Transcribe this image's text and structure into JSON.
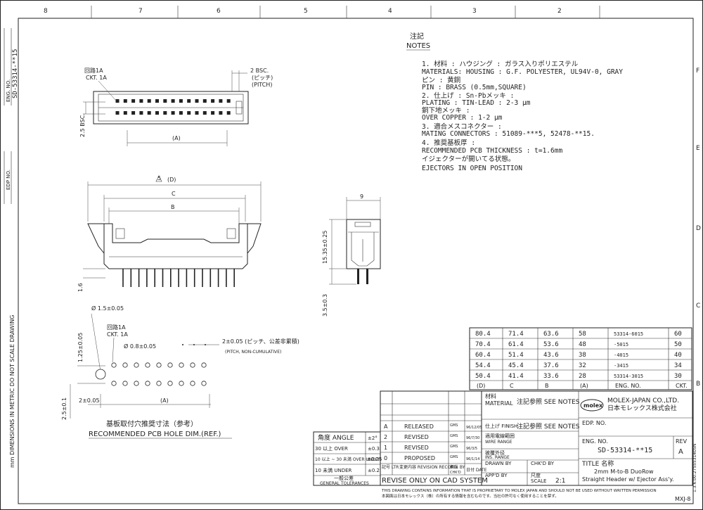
{
  "frame": {
    "top_numbers": [
      "8",
      "7",
      "6",
      "5",
      "4",
      "3",
      "2"
    ],
    "right_letters": [
      "F",
      "E",
      "D",
      "C",
      "B"
    ],
    "left_side": [
      "ENG. NO.",
      "SD-53314-**15",
      "EDP NO.",
      "mm DIMENSIONS IN METRIC DO NOT SCALE DRAWING"
    ],
    "right_side_code": "1.3.6.00.2755531405N",
    "sheet_code": "MXJ-8"
  },
  "notes": {
    "title_jp": "注記",
    "title": "NOTES",
    "lines": [
      "1. 材料 :        ハウジング : ガラス入りポリエステル",
      "   MATERIALS: HOUSING : G.F. POLYESTER, UL94V-0, GRAY",
      "                   ピン   : 黄銅",
      "                   PIN    : BRASS (0.5mm,SQUARE)",
      "2. 仕上げ   : Sn-Pbメッキ : ",
      "   PLATING  : TIN-LEAD    : 2-3 μm",
      "              銅下地メッキ :",
      "              OVER COPPER : 1-2 μm",
      "3. 適合メスコネクター :",
      "   MATING CONNECTORS : 51089-***5, 52478-**15.",
      "4. 推奨基板厚 :",
      "   RECOMMENDED PCB THICKNESS : t=1.6mm",
      "   イジェクターが開いてる状態。",
      "   EJECTORS IN OPEN POSITION"
    ]
  },
  "top_view": {
    "ckt_jp": "回路1A",
    "ckt_en": "CKT. 1A",
    "pitch_value": "2 BSC.",
    "pitch_jp": "(ピッチ)",
    "pitch_en": "(PITCH)",
    "row_spacing": "2.5 BSC.",
    "dim_a": "(A)"
  },
  "front_view": {
    "dim_d": "(D)",
    "dim_c": "C",
    "dim_b": "B",
    "height_16": "1.6",
    "rev_mark": "5"
  },
  "side_view": {
    "width": "9",
    "height": "15.35±0.25",
    "pin_length": "3.5±0.3"
  },
  "pcb_layout": {
    "hole_dia": "Ø 1.5±0.05",
    "ckt_jp": "回路1A",
    "ckt_en": "CKT. 1A",
    "pin_dia": "Ø 0.8±0.05",
    "row_spacing": "1.25±0.05",
    "pitch": "2±0.05 (ピッチ、公差非累積)",
    "pitch_en": "(PITCH, NON-CUMULATIVE)",
    "edge_dim1": "2±0.05",
    "edge_dim2": "2.5±0.1",
    "dim_a": "(A)",
    "caption_jp": "基板取付穴推奨寸法（参考）",
    "caption_en": "RECOMMENDED PCB HOLE DIM.(REF.)"
  },
  "dimension_table": {
    "headers": [
      "(D)",
      "C",
      "B",
      "(A)",
      "ENG. NO.",
      "CKT."
    ],
    "rows": [
      [
        "80.4",
        "71.4",
        "63.6",
        "58",
        "53314-6015",
        "60"
      ],
      [
        "70.4",
        "61.4",
        "53.6",
        "48",
        "-5015",
        "50"
      ],
      [
        "60.4",
        "51.4",
        "43.6",
        "38",
        "-4015",
        "40"
      ],
      [
        "54.4",
        "45.4",
        "37.6",
        "32",
        "-3415",
        "34"
      ],
      [
        "50.4",
        "41.4",
        "33.6",
        "28",
        "53314-3015",
        "30"
      ]
    ]
  },
  "tolerance_table": {
    "header": "角度 ANGLE",
    "header_val": "±2°",
    "rows": [
      {
        "range": "30 以上 OVER",
        "tol": "±0.3"
      },
      {
        "range": "10 以上 ~ 30 未満 OVER UNDER",
        "tol": "±0.25"
      },
      {
        "range": "10 未満 UNDER",
        "tol": "±0.2"
      }
    ],
    "footer_jp": "一般公差",
    "footer": "GENERAL TOLERANCES"
  },
  "revisions": [
    {
      "ltr": "A",
      "desc": "RELEASED",
      "by": "GMS",
      "date": "96/12/05"
    },
    {
      "ltr": "2",
      "desc": "REVISED",
      "by": "GMS",
      "date": "96/7/30"
    },
    {
      "ltr": "1",
      "desc": "REVISED",
      "by": "GMS",
      "date": "96/3/5"
    },
    {
      "ltr": "0",
      "desc": "PROPOSED",
      "by": "GMS",
      "date": "96/1/14"
    }
  ],
  "revision_header": {
    "ltr": "記号 LTR",
    "desc": "変更内容 REVISION RECORD",
    "by": "担当 BY",
    "chk": "CHK'D",
    "date": "日付 DATE"
  },
  "cad_note": "REVISE ONLY ON CAD SYSTEM",
  "title_block": {
    "material_jp": "材料",
    "material": "MATERIAL",
    "material_val": "注記参照 SEE NOTES",
    "finish": "仕上げ FINISH",
    "finish_val": "注記参照 SEE NOTES",
    "wire_range_jp": "適用電線範囲",
    "wire_range": "WIRE RANGE",
    "ins_range_jp": "被覆外径",
    "ins_range": "INS. RANGE",
    "drawn_by": "DRAWN BY",
    "chkd_by": "CHK'D BY",
    "appd_by": "APP'D BY",
    "scale_jp": "尺度",
    "scale": "SCALE",
    "scale_val": "2:1",
    "company": "MOLEX-JAPAN CO.,LTD.",
    "company_jp": "日本モレックス株式会社",
    "logo": "molex",
    "edp_label": "EDP. NO.",
    "eng_label": "ENG. NO.",
    "eng_no": "SD-53314-**15",
    "rev_label": "REV",
    "rev_val": "A",
    "title_label": "TITLE 名称",
    "title_line1": "2mm M-to-B DuoRow",
    "title_line2": "Straight Header w/ Ejector Ass'y."
  },
  "footer": {
    "line1": "THIS DRAWING CONTAINS INFORMATION THAT IS PROPRIETARY TO MOLEX JAPAN AND SHOULD NOT BE USED WITHOUT WRITTEN PERMISSION",
    "line2": "本図面は日本モレックス（株）の所有する情報を含むものです。当社の許可なく使用することを禁ず。"
  }
}
